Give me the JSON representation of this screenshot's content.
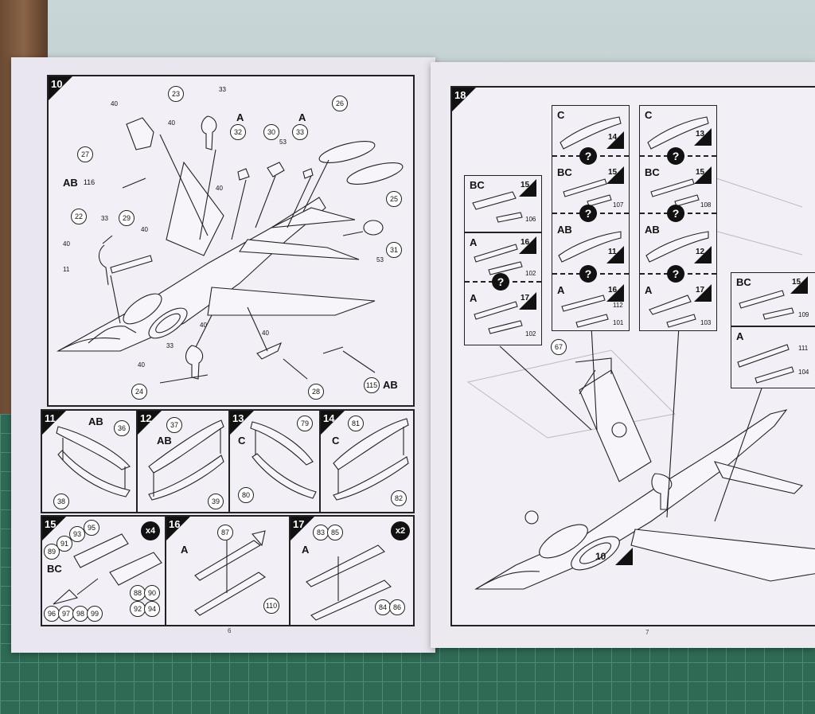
{
  "left_page": {
    "page_number": "6",
    "step10": {
      "number": "10",
      "labels": {
        "a1": "A",
        "a2": "A",
        "ab_left": "AB",
        "ab_right": "AB"
      },
      "callouts": {
        "c23": "23",
        "c32": "32",
        "c30": "30",
        "c33": "33",
        "c26": "26",
        "c27": "27",
        "c116": "116",
        "c22": "22",
        "c29": "29",
        "c25": "25",
        "c31": "31",
        "c24": "24",
        "c28": "28",
        "c115": "115"
      },
      "small": {
        "s40a": "40",
        "s33a": "33",
        "s40b": "40",
        "s53a": "53",
        "s40c": "40",
        "s33b": "33",
        "s40d": "40",
        "s11": "11",
        "s40e": "40",
        "s53b": "53",
        "s40f": "40",
        "s33c": "33",
        "s40g": "40",
        "s40h": "40"
      }
    },
    "step11": {
      "number": "11",
      "label": "AB",
      "parts": [
        "36",
        "38"
      ]
    },
    "step12": {
      "number": "12",
      "label": "AB",
      "parts": [
        "37",
        "39"
      ]
    },
    "step13": {
      "number": "13",
      "label": "C",
      "parts": [
        "79",
        "80"
      ]
    },
    "step14": {
      "number": "14",
      "label": "C",
      "parts": [
        "81",
        "82"
      ]
    },
    "step15": {
      "number": "15",
      "label": "BC",
      "multiplier": "x4",
      "parts": [
        "89",
        "91",
        "93",
        "95",
        "88",
        "90",
        "92",
        "94",
        "96",
        "97",
        "98",
        "99"
      ]
    },
    "step16": {
      "number": "16",
      "label": "A",
      "parts": [
        "87",
        "110"
      ]
    },
    "step17": {
      "number": "17",
      "label": "A",
      "multiplier": "x2",
      "parts": [
        "83",
        "85",
        "84",
        "86"
      ]
    }
  },
  "right_page": {
    "page_number": "7",
    "step18": {
      "number": "18",
      "box_left": {
        "options": [
          {
            "label": "BC",
            "flag": "15",
            "part": "106"
          },
          {
            "label": "A",
            "flag": "16",
            "part": "102"
          },
          {
            "label": "A",
            "flag": "17",
            "part": "102"
          }
        ]
      },
      "box_mid1": {
        "options": [
          {
            "label": "C",
            "flag": "14"
          },
          {
            "label": "BC",
            "flag": "15",
            "part": "107"
          },
          {
            "label": "AB",
            "flag": "11"
          },
          {
            "label": "A",
            "flag": "16",
            "parts": [
              "112",
              "101"
            ]
          }
        ]
      },
      "box_mid2": {
        "options": [
          {
            "label": "C",
            "flag": "13"
          },
          {
            "label": "BC",
            "flag": "15",
            "part": "108"
          },
          {
            "label": "AB",
            "flag": "12"
          },
          {
            "label": "A",
            "flag": "17",
            "part": "103"
          }
        ]
      },
      "box_right": {
        "options": [
          {
            "label": "BC",
            "flag": "15",
            "part": "109"
          },
          {
            "label": "A",
            "parts": [
              "111",
              "104"
            ]
          }
        ]
      },
      "callout_67": "67",
      "ref_step": "10",
      "question": "?"
    }
  }
}
